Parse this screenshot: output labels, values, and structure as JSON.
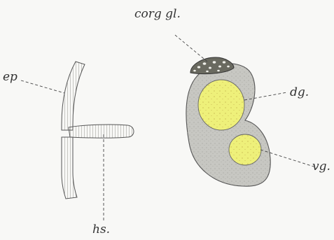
{
  "labels": {
    "cor_gl": "corg gl.",
    "ep": "ep",
    "dg": "dg.",
    "vg": "vg.",
    "hs": "hs."
  },
  "colors": {
    "background": "#f8f8f6",
    "ink": "#444444",
    "body_fill": "#c9c9c4",
    "ganglion_fill": "#eef07a",
    "tissue_stipple": "#9a9a92"
  },
  "structures": {
    "epidermis_tube": "ep",
    "heart_sac": "hs",
    "corpus_glandulare": "corg gl.",
    "dorsal_ganglion": "dg",
    "ventral_ganglion": "vg"
  }
}
